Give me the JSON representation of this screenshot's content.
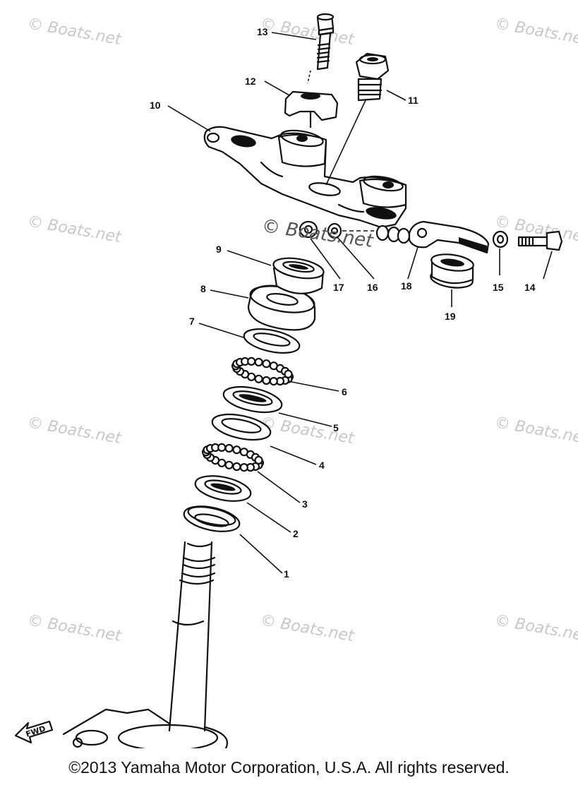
{
  "diagram": {
    "callouts": [
      {
        "id": "1",
        "label": "1"
      },
      {
        "id": "2",
        "label": "2"
      },
      {
        "id": "3",
        "label": "3"
      },
      {
        "id": "4",
        "label": "4"
      },
      {
        "id": "5",
        "label": "5"
      },
      {
        "id": "6",
        "label": "6"
      },
      {
        "id": "7",
        "label": "7"
      },
      {
        "id": "8",
        "label": "8"
      },
      {
        "id": "9",
        "label": "9"
      },
      {
        "id": "10",
        "label": "10"
      },
      {
        "id": "11",
        "label": "11"
      },
      {
        "id": "12",
        "label": "12"
      },
      {
        "id": "13",
        "label": "13"
      },
      {
        "id": "14",
        "label": "14"
      },
      {
        "id": "15",
        "label": "15"
      },
      {
        "id": "16",
        "label": "16"
      },
      {
        "id": "17",
        "label": "17"
      },
      {
        "id": "18",
        "label": "18"
      },
      {
        "id": "19",
        "label": "19"
      }
    ],
    "watermark": "© Boats.net",
    "fwd_label": "FWD"
  },
  "footer": {
    "copyright": "©2013 Yamaha Motor Corporation, U.S.A. All rights reserved."
  }
}
